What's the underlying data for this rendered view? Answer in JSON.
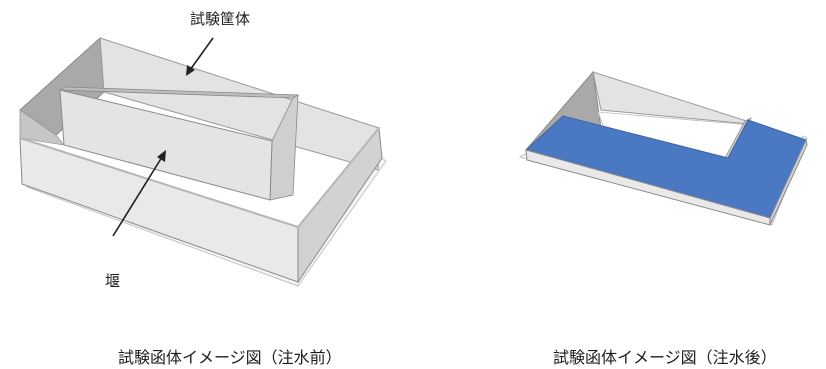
{
  "labels": {
    "test_box": "試験筐体",
    "weir": "堰"
  },
  "captions": {
    "before": "試験函体イメージ図（注水前）",
    "after": "試験函体イメージ図（注水後）"
  },
  "colors": {
    "water": "#4a78c2",
    "wall_light": "#ececec",
    "wall_mid": "#d7d7d7",
    "wall_dark": "#9a9a9a",
    "edge": "#8a8a8a",
    "base_plate": "#f6f6f6"
  }
}
